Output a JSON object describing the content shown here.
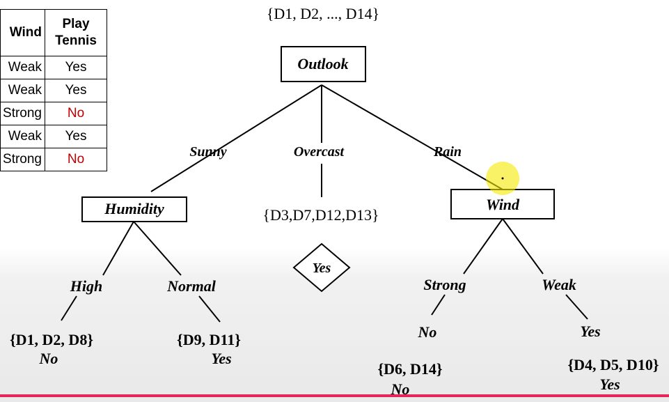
{
  "table": {
    "headers": [
      "Wind",
      "Play\nTennis"
    ],
    "header_col1": "Wind",
    "header_col2_line1": "Play",
    "header_col2_line2": "Tennis",
    "rows": [
      {
        "wind": "Weak",
        "play": "Yes"
      },
      {
        "wind": "Weak",
        "play": "Yes"
      },
      {
        "wind": "Strong",
        "play": "No"
      },
      {
        "wind": "Weak",
        "play": "Yes"
      },
      {
        "wind": "Strong",
        "play": "No"
      }
    ]
  },
  "tree": {
    "root_set": "{D1, D2, ..., D14}",
    "root": "Outlook",
    "branch_sunny": "Sunny",
    "branch_overcast": "Overcast",
    "branch_rain": "Rain",
    "humidity": "Humidity",
    "overcast_set": "{D3,D7,D12,D13}",
    "overcast_leaf": "Yes",
    "wind": "Wind",
    "branch_high": "High",
    "branch_normal": "Normal",
    "branch_strong": "Strong",
    "branch_weak": "Weak",
    "high_set": "{D1, D2, D8}",
    "high_leaf": "No",
    "normal_set": "{D9, D11}",
    "normal_leaf": "Yes",
    "strong_leaf": "No",
    "strong_set": "{D6, D14}",
    "strong_set_leaf": "No",
    "weak_leaf": "Yes",
    "weak_set": "{D4, D5, D10}",
    "weak_set_leaf": "Yes"
  },
  "colors": {
    "no_red": "#c00000",
    "cursor_highlight": "#f5e800",
    "bottom_line": "#e8245a"
  }
}
